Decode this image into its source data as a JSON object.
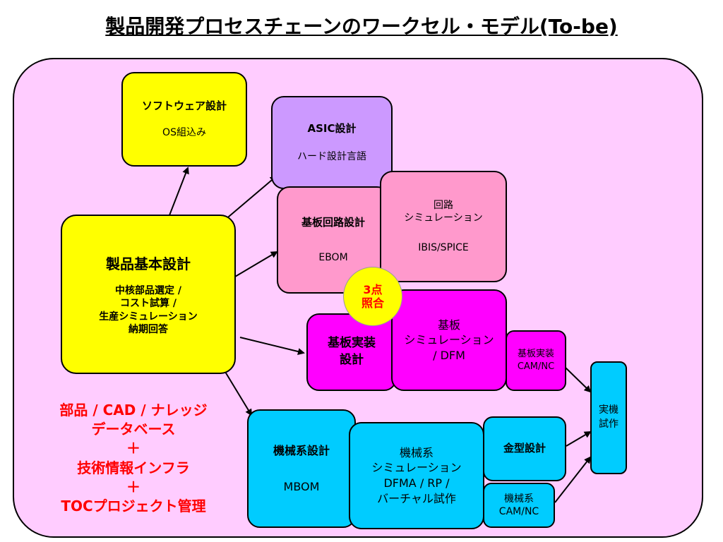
{
  "title": "製品開発プロセスチェーンのワークセル・モデル(To-be)",
  "boxes": {
    "software": {
      "title": "ソフトウェア設計",
      "sub": "OS組込み"
    },
    "asic": {
      "title": "ASIC設計",
      "sub": "ハード設計言語"
    },
    "circuit": {
      "title": "基板回路設計",
      "sub": "EBOM"
    },
    "circuit_sim": {
      "line1": "回路",
      "line2": "シミュレーション",
      "sub": "IBIS/SPICE"
    },
    "product": {
      "title": "製品基本設計",
      "line1": "中核部品選定 /",
      "line2": "コスト試算 /",
      "line3": "生産シミュレーション",
      "line4": "納期回答"
    },
    "mount": {
      "line1": "基板実装",
      "line2": "設計"
    },
    "board_sim": {
      "line1": "基板",
      "line2": "シミュレーション",
      "line3": "/ DFM"
    },
    "mount_cam": {
      "line1": "基板実装",
      "line2": "CAM/NC"
    },
    "prototype": {
      "line1": "実機",
      "line2": "試作"
    },
    "mech": {
      "title": "機械系設計",
      "sub": "MBOM"
    },
    "mech_sim": {
      "line1": "機械系",
      "line2": "シミュレーション",
      "line3": "DFMA / RP /",
      "line4": "バーチャル試作"
    },
    "mold": {
      "title": "金型設計"
    },
    "mech_cam": {
      "line1": "機械系",
      "line2": "CAM/NC"
    }
  },
  "seal": {
    "line1": "3点",
    "line2": "照合"
  },
  "infra": {
    "line1": "部品 / CAD / ナレッジ",
    "line2": "データベース",
    "plus1": "＋",
    "line3": "技術情報インフラ",
    "plus2": "＋",
    "line4": "TOCプロジェクト管理"
  },
  "colors": {
    "frame": "#ffccff",
    "yellow": "#ffff00",
    "purple": "#cc99ff",
    "pink": "#ff99cc",
    "magenta": "#ff00ff",
    "cyan": "#00ccff",
    "red": "#ff0000"
  }
}
